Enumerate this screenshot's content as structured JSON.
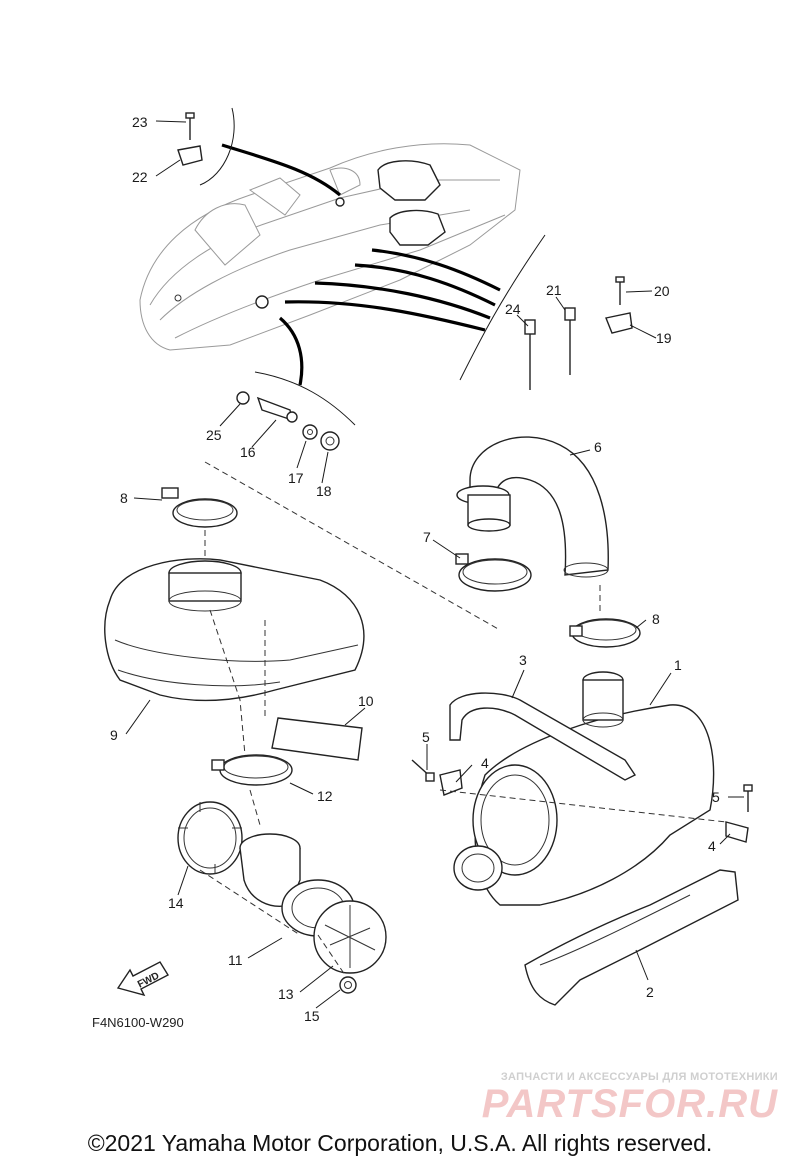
{
  "callouts": {
    "c1": "1",
    "c2": "2",
    "c3": "3",
    "c4a": "4",
    "c4b": "4",
    "c5a": "5",
    "c5b": "5",
    "c6": "6",
    "c7": "7",
    "c8a": "8",
    "c8b": "8",
    "c9": "9",
    "c10": "10",
    "c11": "11",
    "c12": "12",
    "c13": "13",
    "c14": "14",
    "c15": "15",
    "c16": "16",
    "c17": "17",
    "c18": "18",
    "c19": "19",
    "c20": "20",
    "c21": "21",
    "c22": "22",
    "c23": "23",
    "c24": "24",
    "c25": "25"
  },
  "fwd_label": "FWD",
  "drawing_code": "F4N6100-W290",
  "watermark": {
    "tagline": "ЗАПЧАСТИ И АКСЕССУАРЫ ДЛЯ МОТОТЕХНИКИ",
    "brand": "PARTSFOR.RU"
  },
  "copyright": "©2021 Yamaha Motor Corporation, U.S.A. All rights reserved."
}
